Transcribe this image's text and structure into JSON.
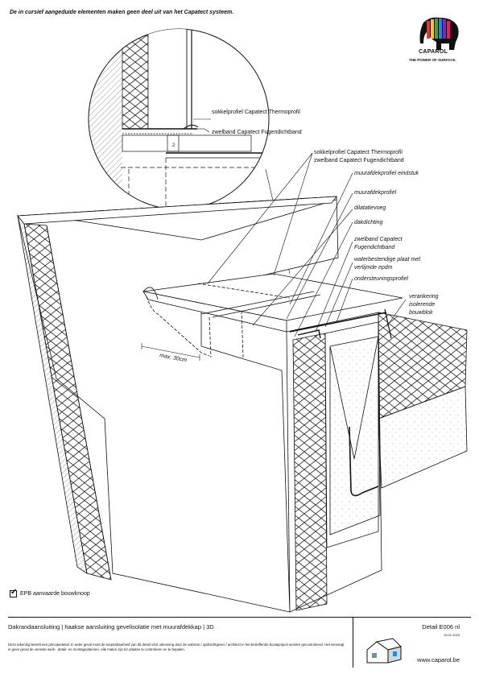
{
  "note": "De in cursief aangeduide elementen maken geen deel uit van het Capatect systeem.",
  "brand": {
    "name": "CAPAROL",
    "slogan": "THE POWER OF SURFACE."
  },
  "callouts": {
    "detail_1": "sokkelprofiel Capatect Thermoprofil",
    "detail_2": "zwelband Capatect Fugendichtband",
    "detail_gap": "2",
    "main_1a": "sokkelprofiel Capatect Thermoprofil",
    "main_1b": "zwelband Capatect Fugendichtband",
    "main_2": "muurafdekprofiel eindstuk",
    "main_3": "muurafdekprofiel",
    "main_4": "dilatatievoeg",
    "main_5": "dakdichting",
    "main_6a": "zwelband Capatect",
    "main_6b": "Fugendichtband",
    "main_7a": "waterbestendige plaat met",
    "main_7b": "verlijmde epdm",
    "main_8": "ondersteuningsprofiel",
    "main_9a": "verankering",
    "main_9b": "isolerende",
    "main_9c": "bouwblok",
    "dimension": "max. 30cm"
  },
  "epb": "EPB aanvaarde bouwknoop",
  "footer": {
    "title": "Dakrandaansluiting | haakse aansluiting gevelisolatie met muurafdekkap | 3D",
    "disclaimer": "Deze tekening betreft een principedetail. In ieder geval moet de toepasbaarheid van dit detail vóór uitvoering door de vakman / opdrachtgever / architect in het betreffende bouwproject worden gecontroleerd. Het vervangt in geen geval de vereiste werk-, detail- en montageplannen. Alle maten zijn ter plaatse te controleren en te bepalen.",
    "detail": "Detail E006 nl",
    "date": "19.01.2023",
    "url": "www.caparol.be"
  }
}
